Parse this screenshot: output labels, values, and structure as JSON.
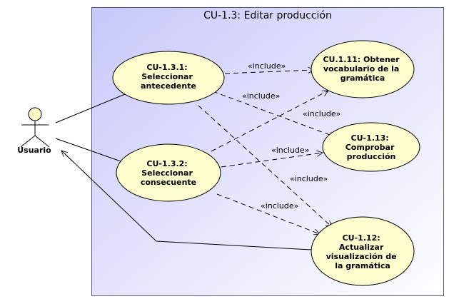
{
  "system": {
    "title": "CU-1.3: Editar producción"
  },
  "actor": {
    "name": "Usuario"
  },
  "use_cases": {
    "uc131": [
      "CU-1.3.1:",
      "Seleccionar",
      "antecedente"
    ],
    "uc132": [
      "CU-1.3.2:",
      "Seleccionar",
      "consecuente"
    ],
    "uc111": [
      "CU.1.11: Obtener",
      "vocabulario de la",
      "gramática"
    ],
    "uc113": [
      "CU-1.13:",
      "Comprobar",
      "producción"
    ],
    "uc112": [
      "CU-1.12:",
      "Actualizar",
      "visualización de",
      "la gramática"
    ]
  },
  "relations": {
    "include_label": "«include»"
  },
  "colors": {
    "usecase_fill": "#fefece",
    "usecase_stroke": "#000000",
    "boundary_stroke": "#5a5a7a",
    "boundary_gradient_start": "#c8c8fa",
    "boundary_gradient_end": "#ffffff"
  }
}
